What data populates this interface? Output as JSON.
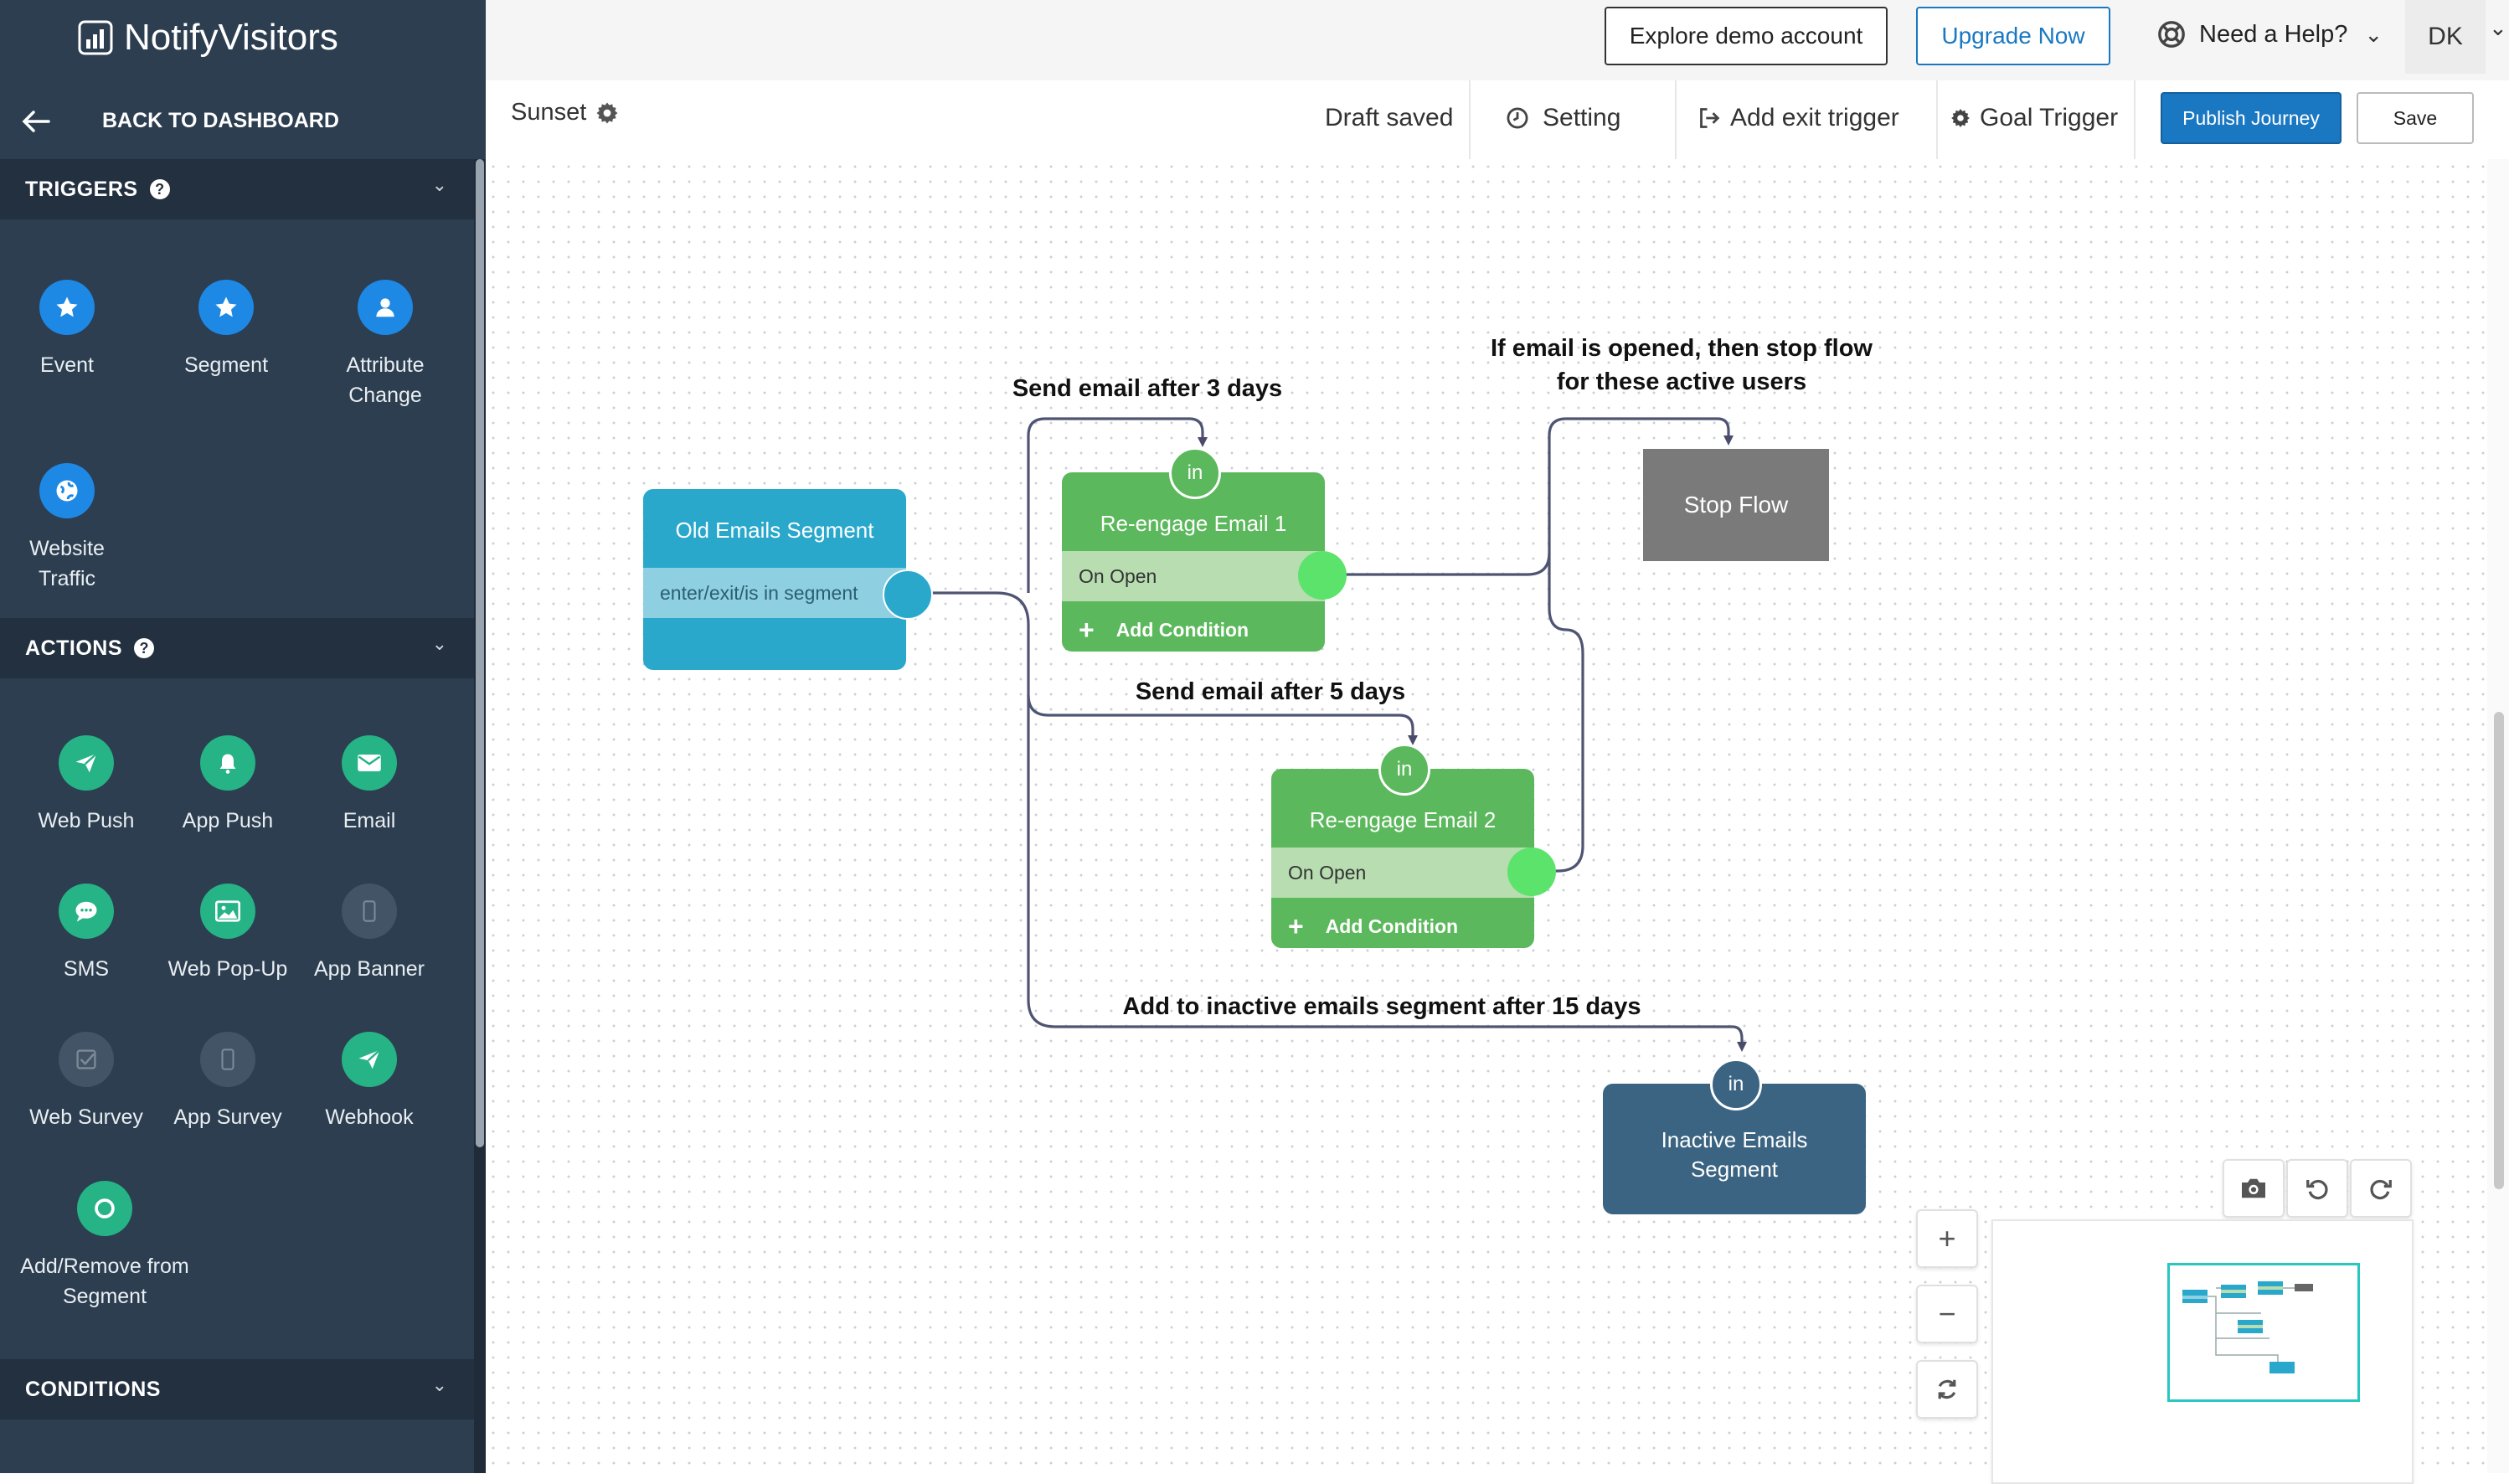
{
  "brand": {
    "name": "NotifyVisitors"
  },
  "sidebar": {
    "back_label": "BACK TO DASHBOARD",
    "triggers": {
      "heading": "TRIGGERS",
      "items": [
        {
          "label": "Event",
          "icon": "star-icon"
        },
        {
          "label": "Segment",
          "icon": "star-icon"
        },
        {
          "label": "Attribute Change",
          "icon": "user-icon"
        },
        {
          "label": "Website Traffic",
          "icon": "globe-icon"
        }
      ]
    },
    "actions": {
      "heading": "ACTIONS",
      "items": [
        {
          "label": "Web Push",
          "icon": "paper-plane-icon"
        },
        {
          "label": "App Push",
          "icon": "bell-icon"
        },
        {
          "label": "Email",
          "icon": "envelope-icon"
        },
        {
          "label": "SMS",
          "icon": "chat-icon"
        },
        {
          "label": "Web Pop-Up",
          "icon": "image-icon"
        },
        {
          "label": "App Banner",
          "icon": "phone-icon"
        },
        {
          "label": "Web Survey",
          "icon": "checkbox-icon"
        },
        {
          "label": "App Survey",
          "icon": "phone-icon"
        },
        {
          "label": "Webhook",
          "icon": "paper-plane-icon"
        },
        {
          "label": "Add/Remove from Segment",
          "icon": "ring-icon"
        }
      ]
    },
    "conditions": {
      "heading": "CONDITIONS"
    }
  },
  "header": {
    "explore_label": "Explore demo account",
    "upgrade_label": "Upgrade Now",
    "help_label": "Need a Help?",
    "avatar_initials": "DK"
  },
  "journey_bar": {
    "name": "Sunset",
    "status": "Draft saved",
    "setting_label": "Setting",
    "exit_trigger_label": "Add exit trigger",
    "goal_trigger_label": "Goal Trigger",
    "publish_label": "Publish Journey",
    "save_label": "Save"
  },
  "flow": {
    "labels": {
      "send3": "Send email after 3 days",
      "send5": "Send email after 5 days",
      "stop_line1": "If email is opened, then stop flow",
      "stop_line2": "for these active users",
      "inactive": "Add to inactive emails segment after 15 days"
    },
    "segment_node": {
      "title": "Old Emails Segment",
      "condition": "enter/exit/is in segment"
    },
    "email1": {
      "in": "in",
      "title": "Re-engage Email 1",
      "condition": "On Open",
      "add": "Add Condition"
    },
    "email2": {
      "in": "in",
      "title": "Re-engage Email 2",
      "condition": "On Open",
      "add": "Add Condition"
    },
    "stop": {
      "title": "Stop Flow"
    },
    "inactive": {
      "in": "in",
      "title_line1": "Inactive Emails",
      "title_line2": "Segment"
    }
  },
  "colors": {
    "sidebar_bg": "#2c3e50",
    "trigger_blue": "#1e88e5",
    "action_green": "#26b385",
    "segment_node": "#29a8cc",
    "email_node": "#5cb85c",
    "stop_node": "#7a7a7a",
    "inactive_node": "#3b6482",
    "publish_blue": "#1a78c2"
  }
}
